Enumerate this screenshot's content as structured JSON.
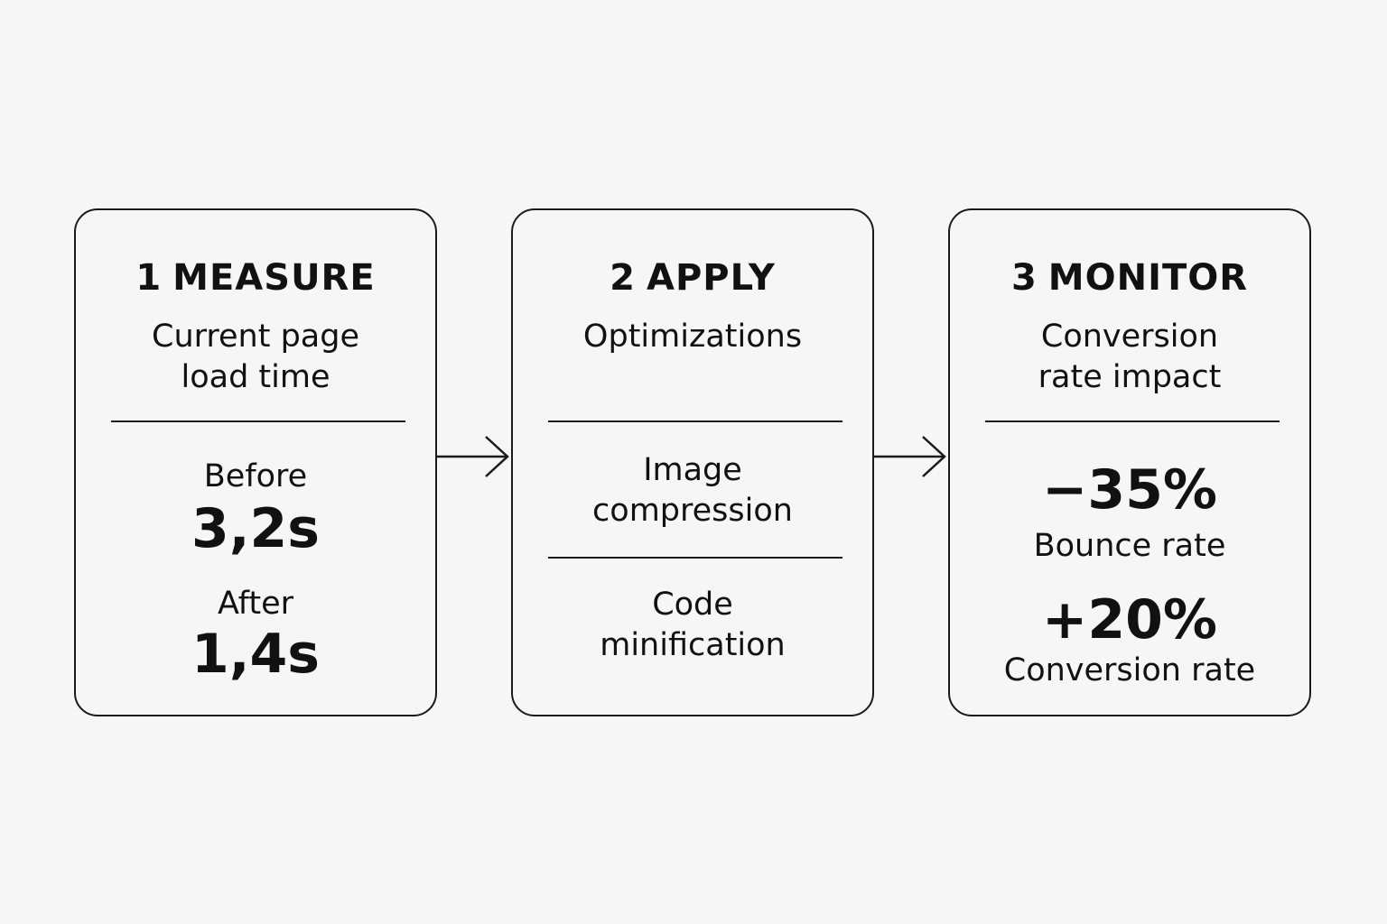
{
  "steps": [
    {
      "number": "1",
      "title": "MEASURE",
      "subtitle_lines": [
        "Current page",
        "load time"
      ],
      "before_label": "Before",
      "before_value": "3,2s",
      "after_label": "After",
      "after_value": "1,4s"
    },
    {
      "number": "2",
      "title": "APPLY",
      "subtitle_lines": [
        "Optimizations"
      ],
      "items": [
        {
          "lines": [
            "Image",
            "compression"
          ]
        },
        {
          "lines": [
            "Code",
            "minification"
          ]
        }
      ]
    },
    {
      "number": "3",
      "title": "MONITOR",
      "subtitle_lines": [
        "Conversion",
        "rate impact"
      ],
      "metrics": [
        {
          "value": "−35%",
          "label": "Bounce rate"
        },
        {
          "value": "+20%",
          "label": "Conversion rate"
        }
      ]
    }
  ],
  "colors": {
    "background": "#f6f6f6",
    "stroke": "#1a1a1a",
    "text": "#111111"
  },
  "icons": [
    "right-arrow-icon",
    "right-arrow-icon"
  ]
}
